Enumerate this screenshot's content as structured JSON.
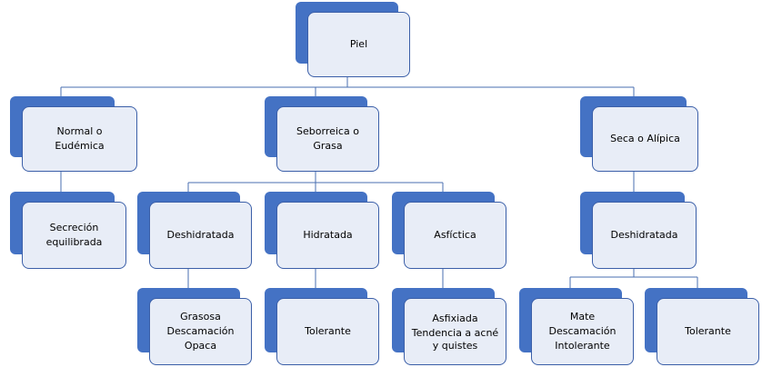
{
  "root": {
    "label": "Piel"
  },
  "types": [
    {
      "label_lines": [
        "Normal o",
        "Eudémica"
      ]
    },
    {
      "label_lines": [
        "Seborreica o Grasa"
      ]
    },
    {
      "label_lines": [
        "Seca o Alípica"
      ]
    }
  ],
  "subtypes": [
    {
      "label_lines": [
        "Secreción",
        "equilibrada"
      ]
    },
    {
      "label_lines": [
        "Deshidratada"
      ]
    },
    {
      "label_lines": [
        "Hidratada"
      ]
    },
    {
      "label_lines": [
        "Asfíctica"
      ]
    },
    {
      "label_lines": [
        "Deshidratada"
      ]
    }
  ],
  "traits": [
    {
      "label_lines": [
        "Grasosa",
        "Descamación",
        "Opaca"
      ]
    },
    {
      "label_lines": [
        "Tolerante"
      ]
    },
    {
      "label_lines": [
        "Asfixiada",
        "Tendencia a acné",
        "y quistes"
      ]
    },
    {
      "label_lines": [
        "Mate",
        "Descamación",
        "Intolerante"
      ]
    },
    {
      "label_lines": [
        "Tolerante"
      ]
    }
  ],
  "colors": {
    "node_back": "#4472c4",
    "node_front": "#e8edf7",
    "connector": "#4a6fb0"
  }
}
